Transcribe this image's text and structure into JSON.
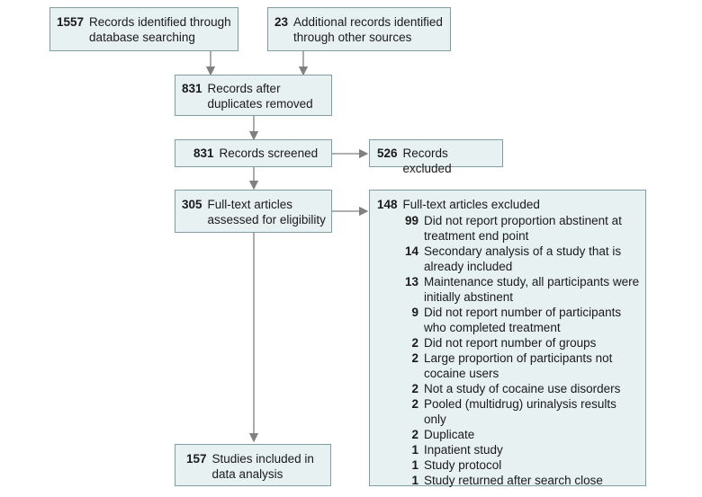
{
  "boxes": {
    "db_search": {
      "count": "1557",
      "text": "Records identified through\ndatabase searching"
    },
    "other_sources": {
      "count": "23",
      "text": "Additional records identified\nthrough other sources"
    },
    "after_dupes": {
      "count": "831",
      "text": "Records after\nduplicates removed"
    },
    "screened": {
      "count": "831",
      "text": "Records screened"
    },
    "records_excluded": {
      "count": "526",
      "text": "Records excluded"
    },
    "fulltext_assessed": {
      "count": "305",
      "text": "Full-text articles\nassessed for eligibility"
    },
    "fulltext_excluded": {
      "count": "148",
      "text": "Full-text articles excluded"
    },
    "included": {
      "count": "157",
      "text": "Studies included in\ndata analysis"
    }
  },
  "exclusion_reasons": [
    {
      "count": "99",
      "text": "Did not report proportion abstinent at\ntreatment end point"
    },
    {
      "count": "14",
      "text": "Secondary analysis of a study that is\nalready included"
    },
    {
      "count": "13",
      "text": "Maintenance study, all participants were\ninitially abstinent"
    },
    {
      "count": "9",
      "text": "Did not report number of participants\nwho completed treatment"
    },
    {
      "count": "2",
      "text": "Did not report number of groups"
    },
    {
      "count": "2",
      "text": "Large proportion of participants not\ncocaine users"
    },
    {
      "count": "2",
      "text": "Not a study of cocaine use disorders"
    },
    {
      "count": "2",
      "text": "Pooled (multidrug) urinalysis results only"
    },
    {
      "count": "2",
      "text": "Duplicate"
    },
    {
      "count": "1",
      "text": "Inpatient study"
    },
    {
      "count": "1",
      "text": "Study protocol"
    },
    {
      "count": "1",
      "text": "Study returned after search close"
    }
  ],
  "colors": {
    "box_fill": "#e7f1f2",
    "box_border": "#7f9ea3",
    "arrow": "#808080"
  }
}
